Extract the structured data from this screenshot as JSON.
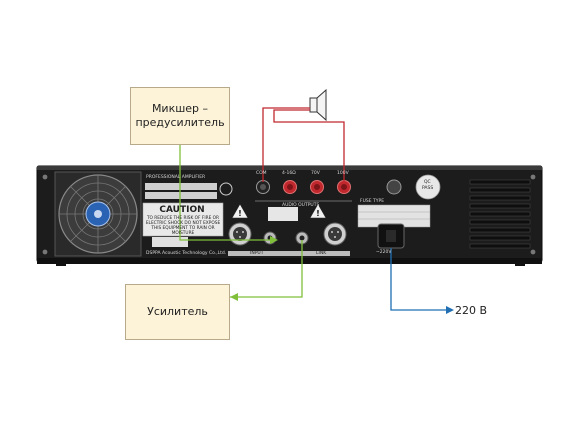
{
  "callouts": {
    "mixer": "Микшер – предусилитель",
    "amplifier": "Усилитель",
    "mains": "220 В"
  },
  "panel": {
    "model_label": "PROFESSIONAL AMPLIFIER",
    "caution_title": "CAUTION",
    "caution_text": "TO REDUCE THE RISK OF FIRE OR ELECTRIC SHOCK DO NOT EXPOSE THIS EQUIPMENT TO RAIN OR MOISTURE",
    "manufacturer": "DSPPA Acoustic Technology Co.,Ltd.",
    "audio_outputs": "AUDIO OUTPUTS",
    "terminal_com": "COM",
    "terminal_4_16": "4-16Ω",
    "terminal_70v": "70V",
    "terminal_100v": "100V",
    "input_label": "INPUT",
    "link_label": "LINK",
    "fuse_label": "FUSE TYPE",
    "pass_label": "PASS",
    "qc_label": "QC",
    "power_label": "~220V"
  },
  "colors": {
    "panel": "#1c1c1c",
    "green_wire": "#7fbf3a",
    "red_wire": "#c0282e",
    "blue_wire": "#1f6fb2",
    "callout_fill": "#fdf3d8"
  },
  "icons": [
    "speaker-icon",
    "fan-icon",
    "xlr-connector-icon",
    "warning-icon",
    "power-cord-icon",
    "binding-post-icon"
  ]
}
